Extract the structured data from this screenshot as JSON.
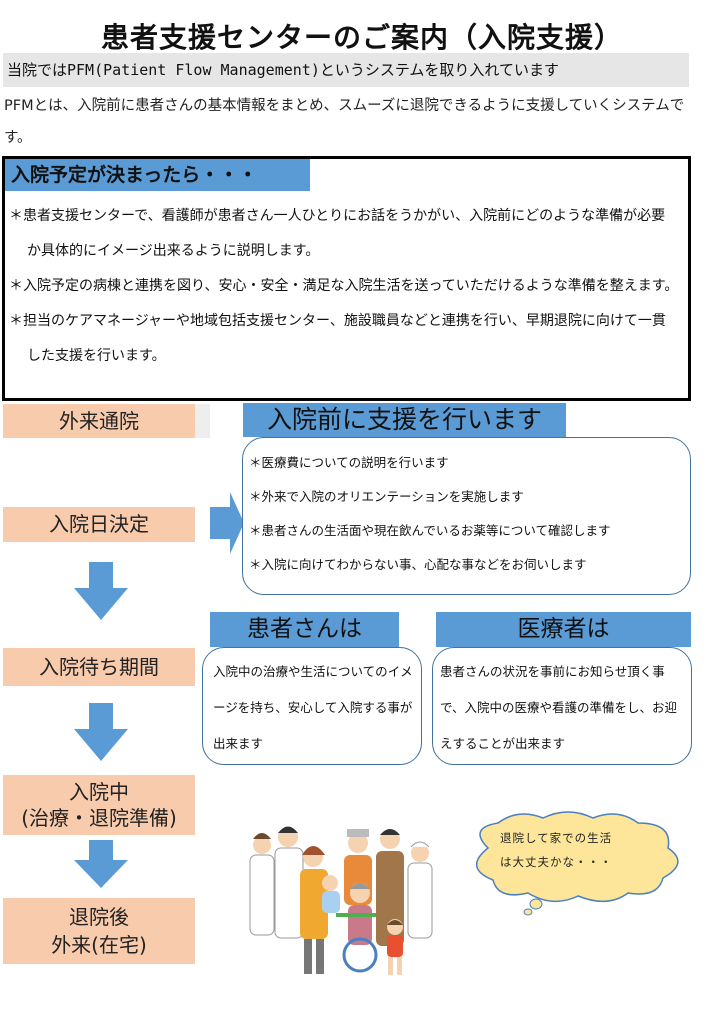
{
  "title": "患者支援センターのご案内（入院支援）",
  "intro": {
    "bar": "当院ではPFM(Patient  Flow  Management)というシステムを取り入れています",
    "text": "PFMとは、入院前に患者さんの基本情報をまとめ、スムーズに退院できるように支援していくシステムです。"
  },
  "decision_box": {
    "heading": "入院予定が決まったら・・・",
    "items": [
      "＊患者支援センターで、看護師が患者さん一人ひとりにお話をうかがい、入院前にどのような準備が必要か具体的にイメージ出来るように説明します。",
      "＊入院予定の病棟と連携を図り、安心・安全・満足な入院生活を送っていただけるような準備を整えます。",
      "＊担当のケアマネージャーや地域包括支援センター、施設職員などと連携を行い、早期退院に向けて一貫した支援を行います。"
    ]
  },
  "flow": {
    "steps": [
      "外来通院",
      "入院日決定",
      "入院待ち期間",
      "入院中\n(治療・退院準備)",
      "退院後\n外来(在宅)"
    ],
    "step1": "外来通院",
    "step2": "入院日決定",
    "step3": "入院待ち期間",
    "step4_line1": "入院中",
    "step4_line2": "(治療・退院準備)",
    "step5_line1": "退院後",
    "step5_line2": "外来(在宅)"
  },
  "pre_support": {
    "heading": "入院前に支援を行います",
    "items": [
      "＊医療費についての説明を行います",
      "＊外来で入院のオリエンテーションを実施します",
      "＊患者さんの生活面や現在飲んでいるお薬等について確認します",
      "＊入院に向けてわからない事、心配な事などをお伺いします"
    ]
  },
  "patient": {
    "heading": "患者さんは",
    "text": "入院中の治療や生活についてのイメージを持ち、安心して入院する事が出来ます"
  },
  "staff": {
    "heading": "医療者は",
    "text": "患者さんの状況を事前にお知らせ頂く事で、入院中の医療や看護の準備をし、お迎えすることが出来ます"
  },
  "thought_bubble": {
    "line1": "退院して家での生活",
    "line2": "は大丈夫かな・・・"
  },
  "colors": {
    "step_bg": "#f8cbad",
    "heading_blue": "#5b9bd5",
    "arrow_blue": "#5b9bd5",
    "bubble_bg": "#fde699",
    "intro_bar_bg": "#e6e6e6"
  }
}
